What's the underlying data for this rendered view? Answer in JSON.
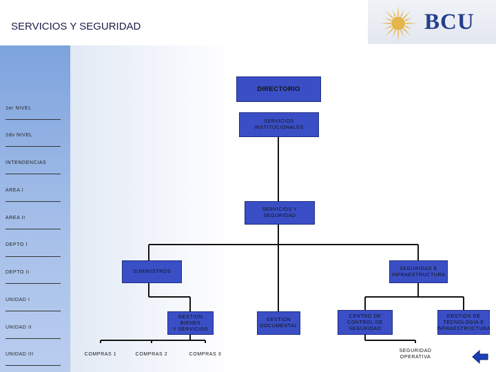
{
  "header": {
    "title": "SERVICIOS Y SEGURIDAD",
    "logo_text": "BCU"
  },
  "levels": [
    "1er NIVEL",
    "2do NIVEL",
    "INTENDENCIAS",
    "AREA I",
    "AREA II",
    "DEPTO I",
    "DEPTO II",
    "UNIDAD I",
    "UNIDAD II",
    "UNIDAD III"
  ],
  "org": {
    "directorio": "DIRECTORIO",
    "servicios_institucionales": "SERVICIOS\nINSTITUCIONALES",
    "servicios_y_seguridad": "SERVICIOS Y\nSEGURIDAD",
    "suministros": "SUMINISTROS",
    "seguridad_infraestructura": "SEGURIDAD E\nINFRAESTRUCTURA",
    "gestion_bienes_servicios": "GESTION BIENES\nY SERVICIOS",
    "gestion_documental": "GESTION\nDOCUMENTAL",
    "centro_control_seguridad": "CENTRO DE\nCONTROL DE\nSEGURIDAD",
    "gestion_tecnologia_infraestructura": "GESTION DE\nTECNOLOGIA E\nINFRAESTRUCTURA",
    "compras_1": "COMPRAS 1",
    "compras_2": "COMPRAS 2",
    "compras_3": "COMPRAS 3",
    "seguridad_operativa": "SEGURIDAD\nOPERATIVA"
  },
  "colors": {
    "unit_fill": "#3a4fc6",
    "band_stripe": "#8fb0e3",
    "title_text": "#1a1a4a",
    "logo": "#263f8c",
    "sun": "#e4b64a"
  },
  "icons": {
    "logo_emblem": "sun-emblem-icon",
    "nav": "back-arrow-icon"
  }
}
